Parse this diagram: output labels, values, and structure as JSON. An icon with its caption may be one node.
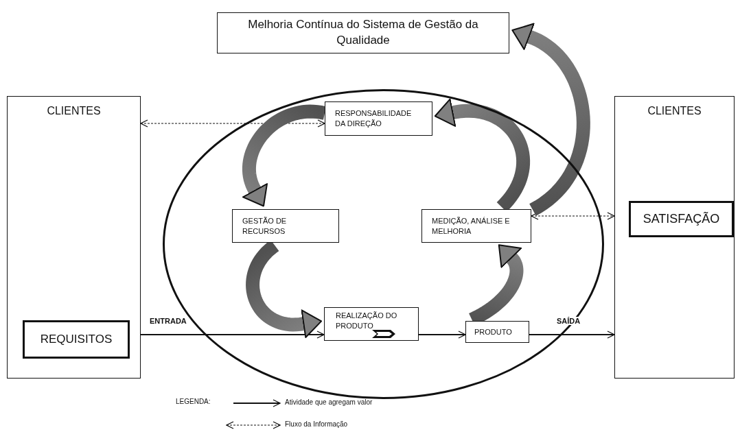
{
  "diagram": {
    "nodes": [
      {
        "text": [
          "Melhoria Contínua do Sistema de Gestão da Qualidade"
        ]
      },
      {
        "text": [
          "CLIENTES"
        ]
      },
      {
        "text": [
          "REQUISITOS"
        ],
        "in": 1
      },
      {
        "text": [
          "CLIENTES"
        ]
      },
      {
        "text": [
          "SATISFAÇÃO"
        ],
        "in": 3
      },
      {
        "text": [],
        "shape": "ellipse"
      },
      {
        "text": [
          "RESPONSABILIDADE DA DIREÇÃO"
        ],
        "in": 5
      },
      {
        "text": [
          "GESTÃO DE RECURSOS"
        ],
        "in": 5
      },
      {
        "text": [
          "MEDIÇÃO, ANÁLISE E MELHORIA"
        ],
        "in": 5
      },
      {
        "text": [
          "REALIZAÇÃO DO PRODUTO"
        ],
        "in": 5
      },
      {
        "text": [
          "PRODUTO"
        ],
        "in": 5
      }
    ],
    "edges": [
      {
        "from": 1,
        "to": 6,
        "arrow": "both",
        "style": "dashed"
      },
      {
        "from": 8,
        "to": 3,
        "arrow": "both",
        "style": "dashed"
      },
      {
        "from": 1,
        "to": 9,
        "arrow": "to",
        "label": "ENTRADA"
      },
      {
        "from": 9,
        "to": 10,
        "arrow": "to"
      },
      {
        "from": 10,
        "to": 3,
        "arrow": "to",
        "label": "SAÍDA"
      },
      {
        "from": 6,
        "to": 7,
        "arrow": "to",
        "style": "thick",
        "color": "#808080"
      },
      {
        "from": 7,
        "to": 9,
        "arrow": "to",
        "style": "thick",
        "color": "#808080"
      },
      {
        "from": 10,
        "to": 8,
        "arrow": "to",
        "style": "thick",
        "color": "#808080"
      },
      {
        "from": 8,
        "to": 6,
        "arrow": "to",
        "style": "thick",
        "color": "#808080"
      },
      {
        "from": 8,
        "to": 0,
        "arrow": "to",
        "style": "thick",
        "color": "#808080"
      }
    ],
    "labels": [
      "LEGENDA:"
    ],
    "legend": [
      {
        "text": "Atividade que agregam valor"
      },
      {
        "text": "Fluxo da Informação"
      }
    ]
  }
}
